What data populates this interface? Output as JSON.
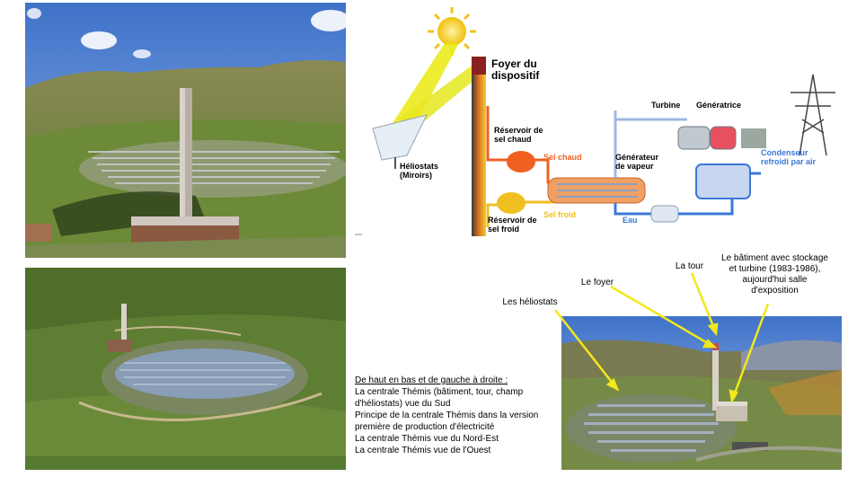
{
  "diagram": {
    "foyer": "Foyer du dispositif",
    "heliostats": "Héliostats (Miroirs)",
    "reservoir_chaud": "Réservoir de sel chaud",
    "sel_chaud": "Sel chaud",
    "reservoir_froid": "Réservoir de sel froid",
    "sel_froid": "Sel froid",
    "generateur": "Générateur de vapeur",
    "eau": "Eau",
    "turbine": "Turbine",
    "generatrice": "Génératrice",
    "condenseur": "Condenseur refroidi par air"
  },
  "annotations": {
    "heliostats": "Les héliostats",
    "foyer": "Le foyer",
    "tour": "La tour",
    "batiment": "Le bâtiment avec stockage et turbine (1983-1986), aujourd'hui salle d'exposition"
  },
  "caption": {
    "title": "De haut en bas et de gauche à droite :",
    "line1": "La centrale Thémis (bâtiment, tour, champ d'héliostats) vue du Sud",
    "line2": "Principe de la centrale Thémis dans la version première de production d'électricité",
    "line3": "La centrale Thémis vue du Nord-Est",
    "line4": "La centrale Thémis vue de l'Ouest"
  },
  "colors": {
    "sky": "#4a7fd0",
    "grass": "#6f8a3a",
    "tower": "#d8d2c8",
    "hot_salt": "#f06020",
    "cold_salt": "#f0c020",
    "arrow_yellow": "#f2e81a",
    "water_blue": "#3a78d8"
  }
}
